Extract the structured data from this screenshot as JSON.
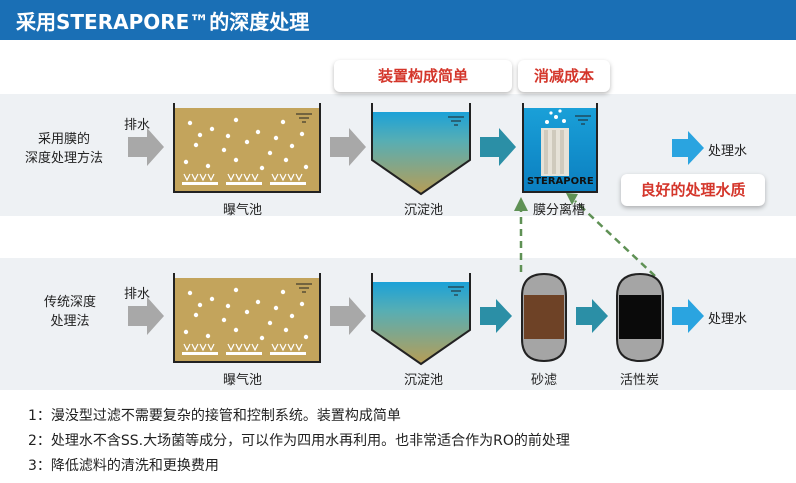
{
  "title": "采用STERAPORE™的深度处理",
  "colors": {
    "header": "#1a6fb5",
    "band": "#eef1f4",
    "badge_text": "#d4362b",
    "arrow_grey": "#a8a8a8",
    "arrow_teal": "#2b8fa6",
    "arrow_blue": "#2aa4e0",
    "dashed_green": "#5f9155",
    "sediment": "#c3a45c",
    "water_blue": "#1aa0d8"
  },
  "badges": {
    "simple": "装置构成简单",
    "cost": "消减成本",
    "quality": "良好的处理水质"
  },
  "row1": {
    "method": [
      "采用膜的",
      "深度处理方法"
    ],
    "inflow": "排水",
    "aeration": "曝气池",
    "sedimentation": "沉淀池",
    "membrane": "膜分离槽",
    "module_text": "STERAPORE",
    "outflow": "处理水"
  },
  "row2": {
    "method": [
      "传统深度",
      "处理法"
    ],
    "inflow": "排水",
    "aeration": "曝气池",
    "sedimentation": "沉淀池",
    "sand": "砂滤",
    "carbon": "活性炭",
    "outflow": "处理水"
  },
  "notes": [
    "1：漫没型过滤不需要复杂的接管和控制系统。装置构成简单",
    "2：处理水不含SS.大场菌等成分，可以作为四用水再利用。也非常适合作为RO的前处理",
    "3：降低滤料的清洗和更换费用"
  ]
}
